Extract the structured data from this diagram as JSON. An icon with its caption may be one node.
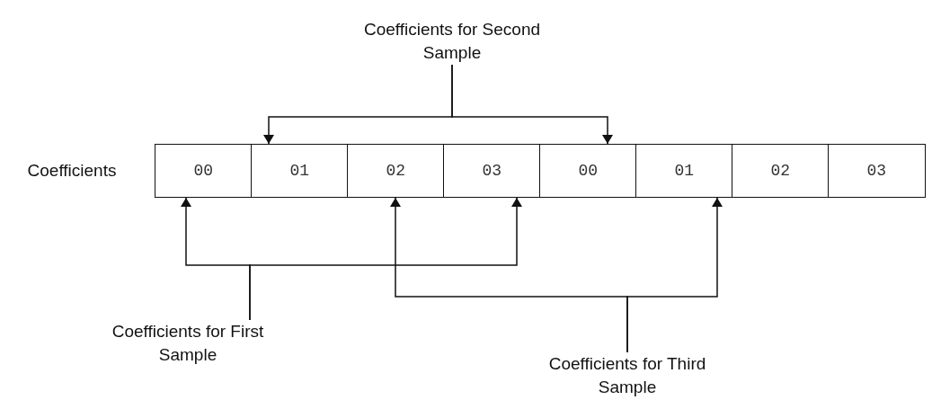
{
  "diagram": {
    "nodes": [
      {
        "text": [
          "Coefficients for Second Sample"
        ]
      },
      {
        "text": [
          "00"
        ]
      },
      {
        "text": [
          "01"
        ]
      },
      {
        "text": [
          "02"
        ]
      },
      {
        "text": [
          "03"
        ]
      },
      {
        "text": [
          "00"
        ]
      },
      {
        "text": [
          "01"
        ]
      },
      {
        "text": [
          "02"
        ]
      },
      {
        "text": [
          "03"
        ]
      },
      {
        "text": [
          "Coefficients for First Sample"
        ]
      },
      {
        "text": [
          "Coefficients for Third Sample"
        ]
      }
    ],
    "edges": [
      {
        "from": 0,
        "to": 2,
        "arrow": "to"
      },
      {
        "from": 0,
        "to": 5,
        "arrow": "to"
      },
      {
        "from": 9,
        "to": 1,
        "arrow": "to"
      },
      {
        "from": 9,
        "to": 4,
        "arrow": "to"
      },
      {
        "from": 10,
        "to": 3,
        "arrow": "to"
      },
      {
        "from": 10,
        "to": 6,
        "arrow": "to"
      }
    ],
    "labels": [
      "Coefficients"
    ]
  }
}
